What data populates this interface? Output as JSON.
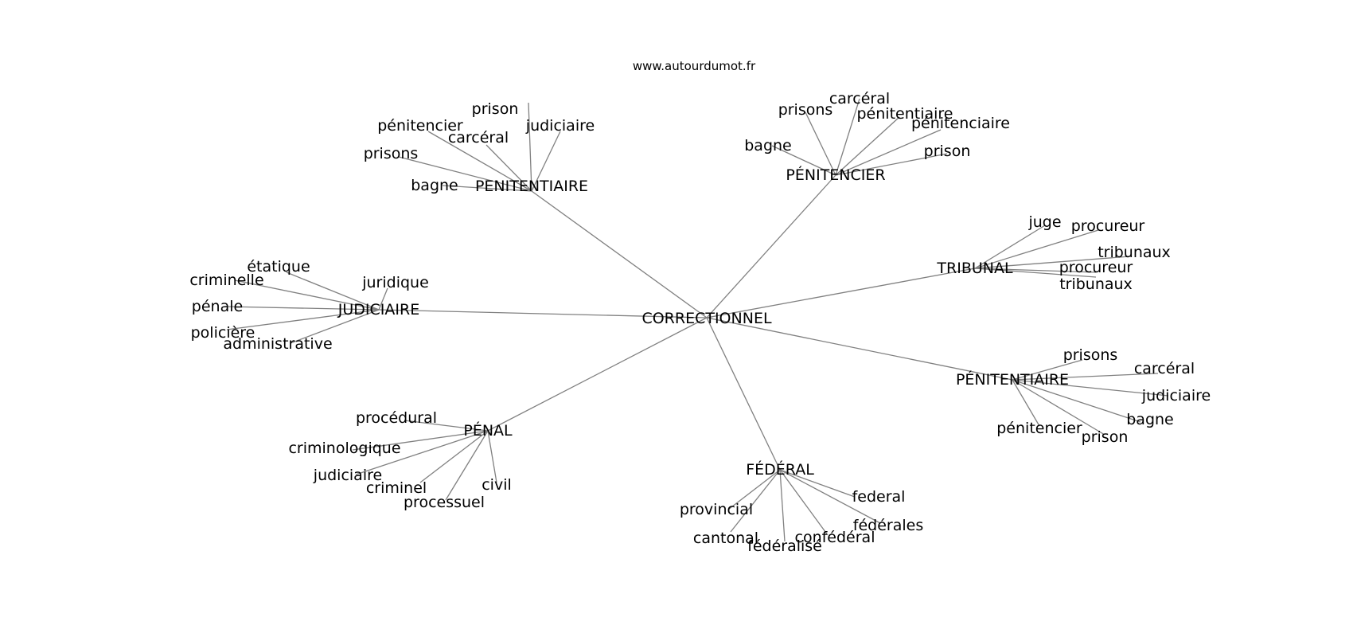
{
  "site": "www.autourdumot.fr",
  "center": "CORRECTIONNEL",
  "clusters": [
    {
      "hub": "PENITENTIAIRE",
      "leaves": [
        "prison",
        "pénitencier",
        "judiciaire",
        "carcéral",
        "prisons",
        "bagne"
      ]
    },
    {
      "hub": "PÉNITENCIER",
      "leaves": [
        "carcéral",
        "prisons",
        "pénitentiaire",
        "pénitenciaire",
        "bagne",
        "prison"
      ]
    },
    {
      "hub": "TRIBUNAL",
      "leaves": [
        "juge",
        "procureur",
        "tribunaux",
        "procureur",
        "tribunaux"
      ]
    },
    {
      "hub": "JUDICIAIRE",
      "leaves": [
        "étatique",
        "criminelle",
        "juridique",
        "pénale",
        "policière",
        "administrative"
      ]
    },
    {
      "hub": "PÉNITENTIAIRE",
      "leaves": [
        "prisons",
        "carcéral",
        "judiciaire",
        "bagne",
        "pénitencier",
        "prison"
      ]
    },
    {
      "hub": "PÉNAL",
      "leaves": [
        "procédural",
        "criminologique",
        "judiciaire",
        "criminel",
        "processuel",
        "civil"
      ]
    },
    {
      "hub": "FÉDÉRAL",
      "leaves": [
        "federal",
        "provincial",
        "fédérales",
        "confédéral",
        "cantonal",
        "fédéralisé"
      ]
    }
  ]
}
